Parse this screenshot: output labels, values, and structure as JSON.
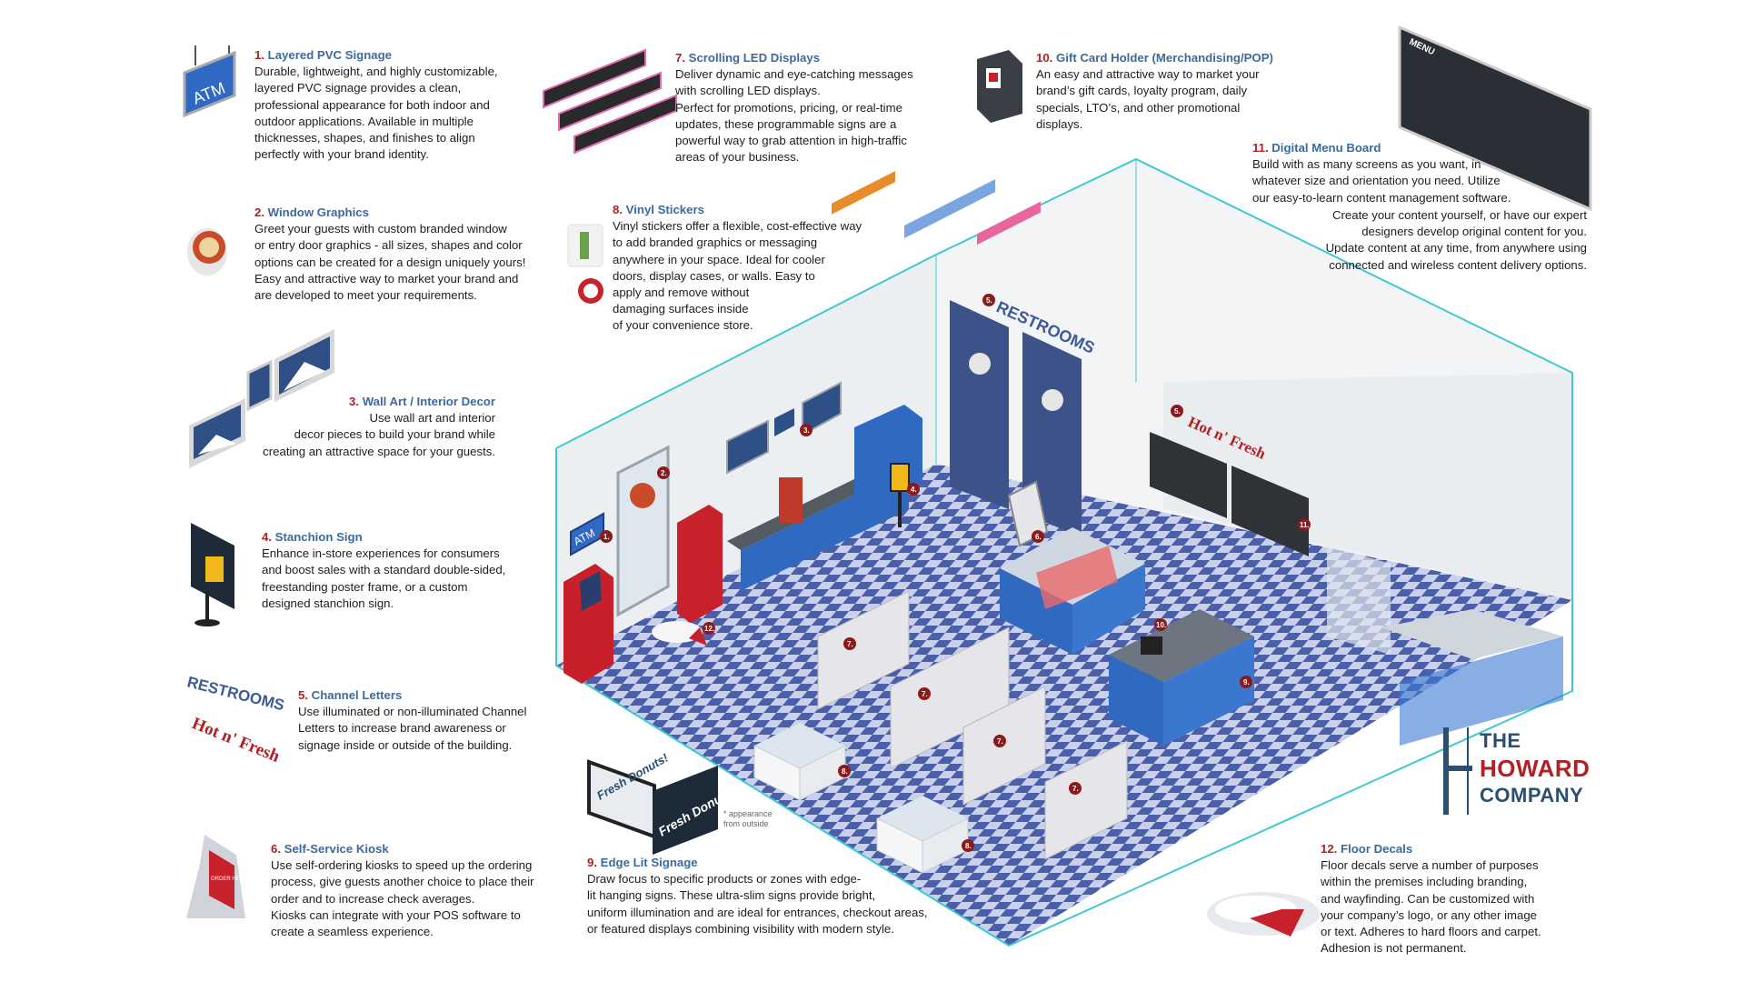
{
  "items": {
    "i1": {
      "num": "1.",
      "title": "Layered PVC Signage",
      "lines": [
        "Durable, lightweight, and highly customizable,",
        "layered PVC signage provides a clean,",
        "professional appearance for both indoor and",
        "outdoor applications. Available in multiple",
        "thicknesses, shapes, and finishes to align",
        "perfectly with your brand identity."
      ]
    },
    "i2": {
      "num": "2.",
      "title": "Window Graphics",
      "lines": [
        "Greet your guests with custom branded window",
        "or entry door graphics - all sizes, shapes and color",
        "options can be created for a design uniquely yours!",
        "Easy and attractive way to market your brand and",
        "are developed to meet your requirements."
      ]
    },
    "i3": {
      "num": "3.",
      "title": "Wall Art / Interior Decor",
      "lines": [
        "Use wall art and interior",
        "decor pieces to build your brand while",
        "creating an attractive space for your guests."
      ]
    },
    "i4": {
      "num": "4.",
      "title": "Stanchion Sign",
      "lines": [
        "Enhance in-store experiences for consumers",
        "and boost sales with a standard double-sided,",
        "freestanding poster frame, or a custom",
        "designed stanchion sign."
      ]
    },
    "i5": {
      "num": "5.",
      "title": "Channel Letters",
      "lines": [
        "Use illuminated or non-illuminated Channel",
        "Letters to increase brand awareness or",
        "signage inside or outside of the building."
      ]
    },
    "i6": {
      "num": "6.",
      "title": "Self-Service Kiosk",
      "lines": [
        "Use self-ordering kiosks to speed up the ordering",
        "process, give guests another choice to place their",
        "order and to increase check averages.",
        "Kiosks can integrate with your POS software to",
        "create a seamless experience."
      ]
    },
    "i7": {
      "num": "7.",
      "title": "Scrolling LED Displays",
      "lines": [
        "Deliver dynamic and eye-catching messages",
        "with scrolling LED displays.",
        "Perfect for promotions, pricing, or real-time",
        "updates, these programmable signs are a",
        "powerful way to grab attention in high-traffic",
        "areas of your business."
      ]
    },
    "i8": {
      "num": "8.",
      "title": "Vinyl Stickers",
      "lines": [
        "Vinyl stickers offer a flexible, cost-effective way",
        "to add branded graphics or messaging",
        "anywhere in your space. Ideal for cooler",
        "doors, display cases, or walls. Easy to",
        "apply and remove without",
        "damaging surfaces inside",
        "of your convenience store."
      ]
    },
    "i9": {
      "num": "9.",
      "title": "Edge Lit Signage",
      "lines": [
        "Draw focus to specific products or zones with edge-",
        "lit hanging signs. These ultra-slim signs provide bright,",
        "uniform illumination and are ideal for entrances, checkout areas,",
        "or featured displays combining visibility with modern style."
      ]
    },
    "i10": {
      "num": "10.",
      "title": "Gift Card Holder (Merchandising/POP)",
      "lines": [
        "An easy and attractive way to market your",
        "brand’s gift cards, loyalty program, daily",
        "specials, LTO’s, and other promotional",
        "displays."
      ]
    },
    "i11": {
      "num": "11.",
      "title": "Digital Menu Board",
      "lines": [
        "Build with as many screens as you want, in",
        "whatever size and orientation you need. Utilize",
        "our easy-to-learn content management software.",
        "Create your content yourself, or have our expert",
        "designers develop original content for you.",
        "Update content at any time, from anywhere using",
        "connected and wireless content delivery options."
      ]
    },
    "i12": {
      "num": "12.",
      "title": "Floor Decals",
      "lines": [
        "Floor decals serve a number of purposes",
        "within the premises including branding,",
        "and wayfinding. Can be customized with",
        "your company’s logo, or any other image",
        "or text. Adheres to hard  floors and carpet.",
        "Adhesion is not permanent."
      ]
    }
  },
  "signs": {
    "atm": "ATM",
    "restrooms": "RESTROOMS",
    "hot_n_fresh": "Hot n' Fresh",
    "menu": "MENU",
    "fresh_donuts": "Fresh Donuts!",
    "order_here": "ORDER HERE"
  },
  "note": {
    "text": "* appearance from outside"
  },
  "logo": {
    "line1": "THE",
    "line2": "HOWARD",
    "line3": "COMPANY"
  },
  "colors": {
    "title": "#3d6a9c",
    "number": "#b21f24",
    "navy": "#2b4f6e",
    "room_outline": "#3fc9cf"
  }
}
